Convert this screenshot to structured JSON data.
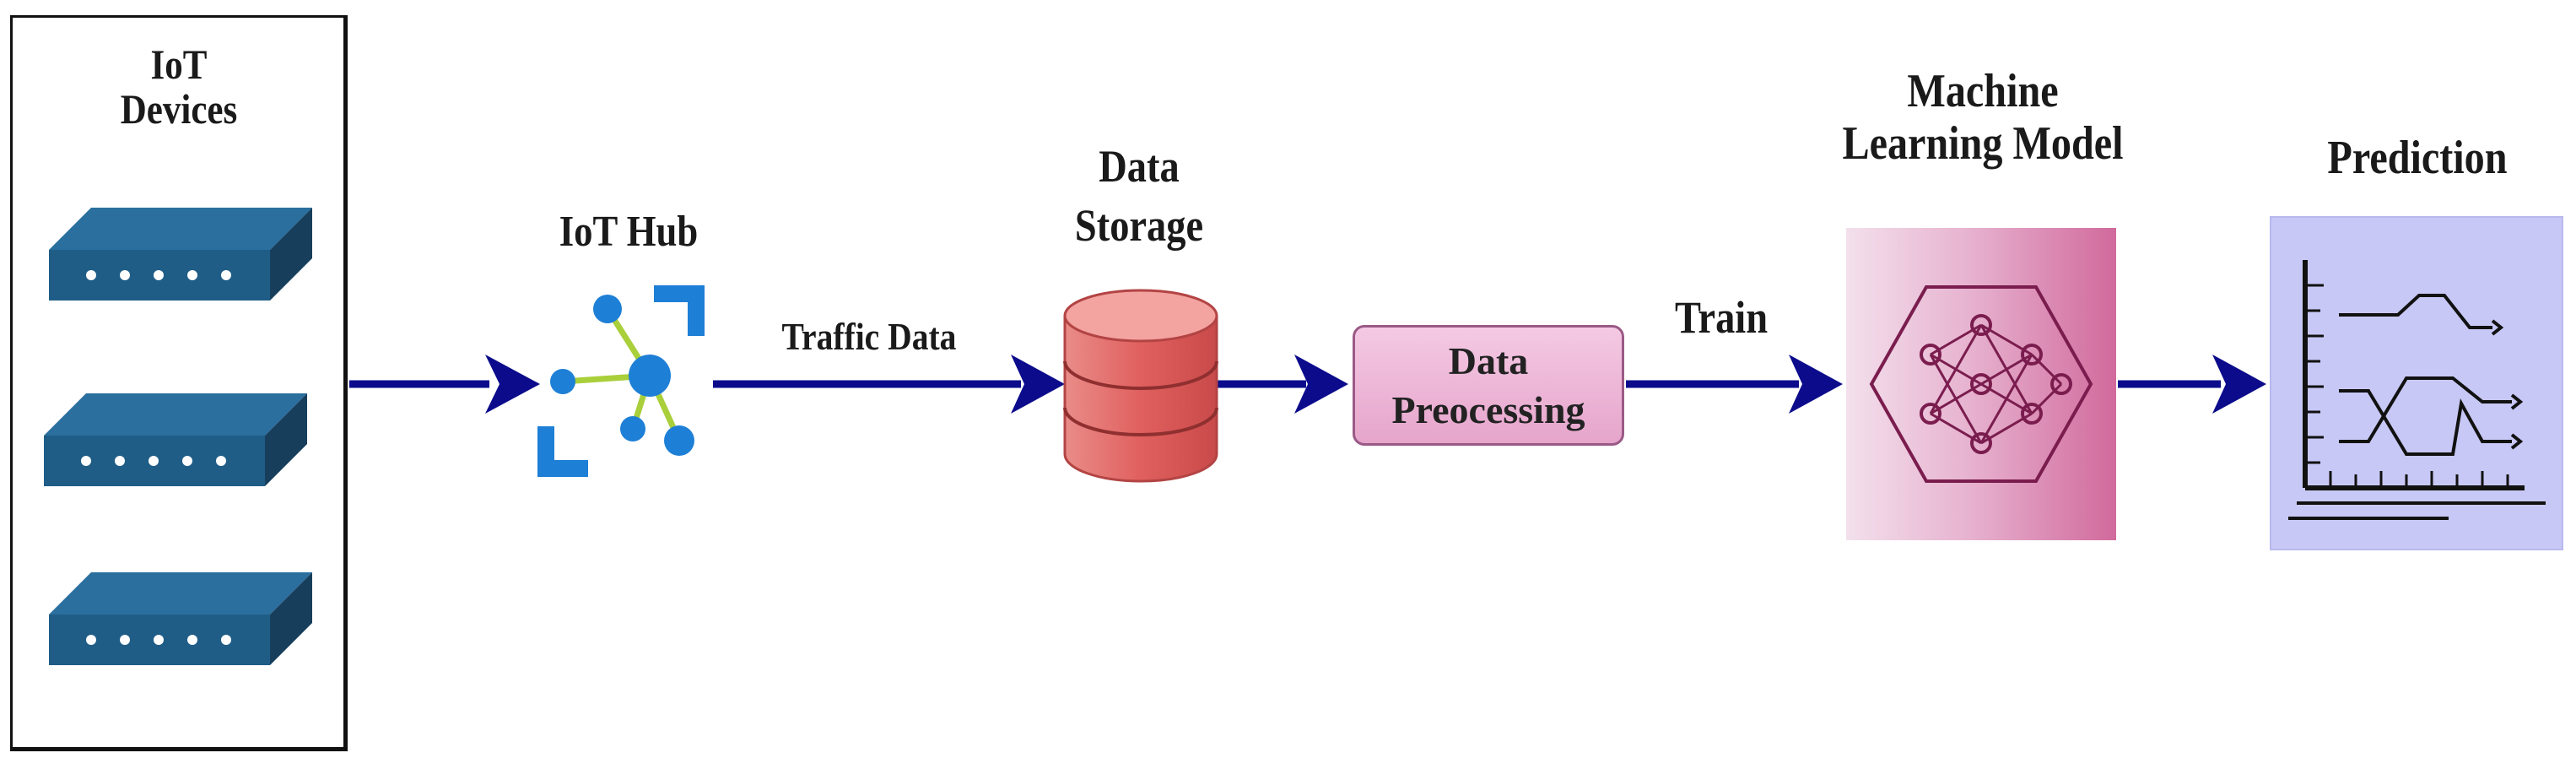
{
  "iot_devices": {
    "label_line1": "IoT",
    "label_line2": "Devices",
    "device_icon": "network-switch-icon"
  },
  "iot_hub": {
    "label": "IoT Hub",
    "icon": "iot-hub-icon"
  },
  "edge_traffic": {
    "label": "Traffic Data"
  },
  "data_storage": {
    "label_line1": "Data",
    "label_line2": "Storage",
    "icon": "database-icon"
  },
  "data_processing": {
    "label_line1": "Data",
    "label_line2": "Preocessing"
  },
  "edge_train": {
    "label": "Train"
  },
  "ml_model": {
    "label_line1": "Machine",
    "label_line2": "Learning Model",
    "icon": "neural-network-icon"
  },
  "prediction": {
    "label": "Prediction",
    "icon": "timeline-chart-icon"
  },
  "colors": {
    "arrow": "#0b0b8c",
    "device_blue": "#1f5d87",
    "hub_blue": "#1e7fd6",
    "hub_link": "#a9cf3a",
    "storage_red": "#e0605e",
    "processing_pink": "#e9aed2",
    "ml_pink": "#d16a9c",
    "prediction_lavender": "#c8c8f6"
  }
}
